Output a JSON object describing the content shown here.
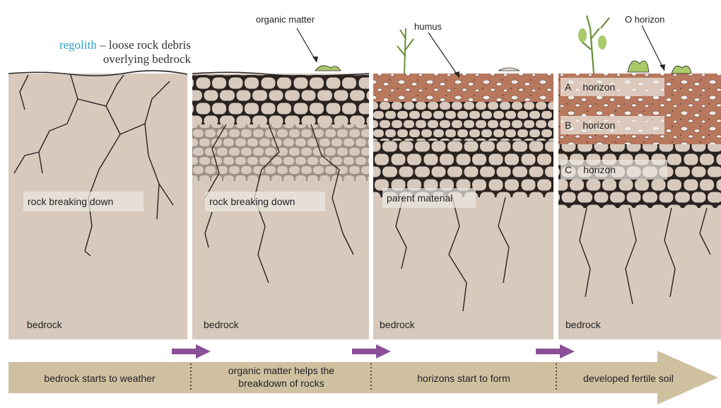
{
  "regolith": {
    "term": "regolith",
    "definition_line1": " – loose rock debris",
    "definition_line2": "overlying bedrock"
  },
  "callouts": {
    "organic_matter": "organic matter",
    "humus": "humus",
    "o_horizon": "O horizon"
  },
  "panels": [
    {
      "middle_label": "rock breaking down",
      "bottom_label": "bedrock"
    },
    {
      "middle_label": "rock breaking down",
      "bottom_label": "bedrock"
    },
    {
      "middle_label": "parent material",
      "bottom_label": "bedrock"
    },
    {
      "bottom_label": "bedrock"
    }
  ],
  "horizons": [
    {
      "letter": "A",
      "word": "horizon"
    },
    {
      "letter": "B",
      "word": "horizon"
    },
    {
      "letter": "C",
      "word": "horizon"
    }
  ],
  "stages": [
    {
      "line1": "bedrock starts to weather",
      "line2": ""
    },
    {
      "line1": "organic matter helps the",
      "line2": "breakdown of rocks"
    },
    {
      "line1": "horizons start to form",
      "line2": ""
    },
    {
      "line1": "developed fertile soil",
      "line2": ""
    }
  ],
  "colors": {
    "rock": "#d8c9bd",
    "crack": "#2a2320",
    "soil": "#b8785e",
    "arrow": "#cfc0a0",
    "purple": "#8a4f96",
    "regolith_term": "#2a9fd0",
    "plant": "#a9c96a"
  }
}
